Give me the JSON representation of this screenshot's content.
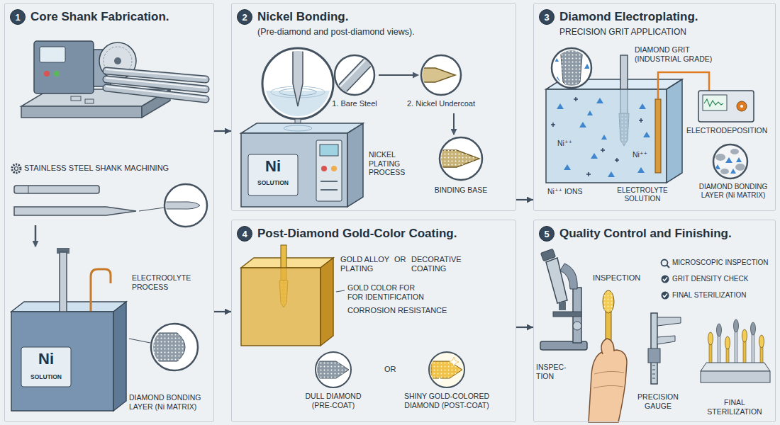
{
  "diagram": {
    "nodes": [
      {
        "text": [
          "Core Shank Fabrication."
        ]
      },
      {
        "text": [
          "1"
        ],
        "in": 0
      },
      {
        "text": [
          "Nickel Bonding.",
          "(Pre-diamond and post-diamond views)."
        ]
      },
      {
        "text": [
          "2"
        ],
        "in": 2
      },
      {
        "text": [
          "Diamond Electroplating.",
          "PRECISION GRIT APPLICATION"
        ]
      },
      {
        "text": [
          "3"
        ],
        "in": 4
      },
      {
        "text": [
          "Post-Diamond Gold-Color Coating."
        ]
      },
      {
        "text": [
          "4"
        ],
        "in": 6
      },
      {
        "text": [
          "Quality Control and Finishing."
        ]
      },
      {
        "text": [
          "5"
        ],
        "in": 8
      }
    ],
    "edges": [
      {
        "from": 0,
        "to": 2,
        "arrow": "to"
      },
      {
        "from": 0,
        "to": 6,
        "arrow": "to"
      },
      {
        "from": 2,
        "to": 4,
        "arrow": "to"
      },
      {
        "from": 6,
        "to": 8,
        "arrow": "to"
      }
    ],
    "labels": [
      "STAINLESS STEEL SHANK MACHINING",
      "ELECTROOLYTE PROCESS",
      "Ni",
      "SOLUTION",
      "DIAMOND BONDING LAYER (Ni MATRIX)",
      "Ni",
      "SOLUTION",
      "1. Bare Steel",
      "2. Nickel Undercoat",
      "NICKEL PLATING PROCESS",
      "BINDING BASE",
      "DIAMOND GRIT (INDUSTRIAL GRADE)",
      "ELECTRODEPOSITION",
      "Ni⁺⁺",
      "Ni⁺⁺",
      "Ni⁺⁺ IONS",
      "ELECTROLYTE SOLUTION",
      "DIAMOND BONDING LAYER (Ni MATRIX)",
      "GOLD ALLOY PLATING",
      "OR",
      "DECORATIVE COATING",
      "GOLD COLOR FOR FOR IDENTIFICATION",
      "CORROSION RESISTANCE",
      "DULL DIAMOND (PRE-COAT)",
      "OR",
      "SHINY GOLD-COLORED DIAMOND (POST-COAT)",
      "MICROSCOPIC INSPECTION",
      "GRIT DENSITY CHECK",
      "FINAL STERILIZATION",
      "INSPECTION",
      "INSPEC- TION",
      "PRECISION GAUGE",
      "FINAL STERILIZATION"
    ]
  }
}
